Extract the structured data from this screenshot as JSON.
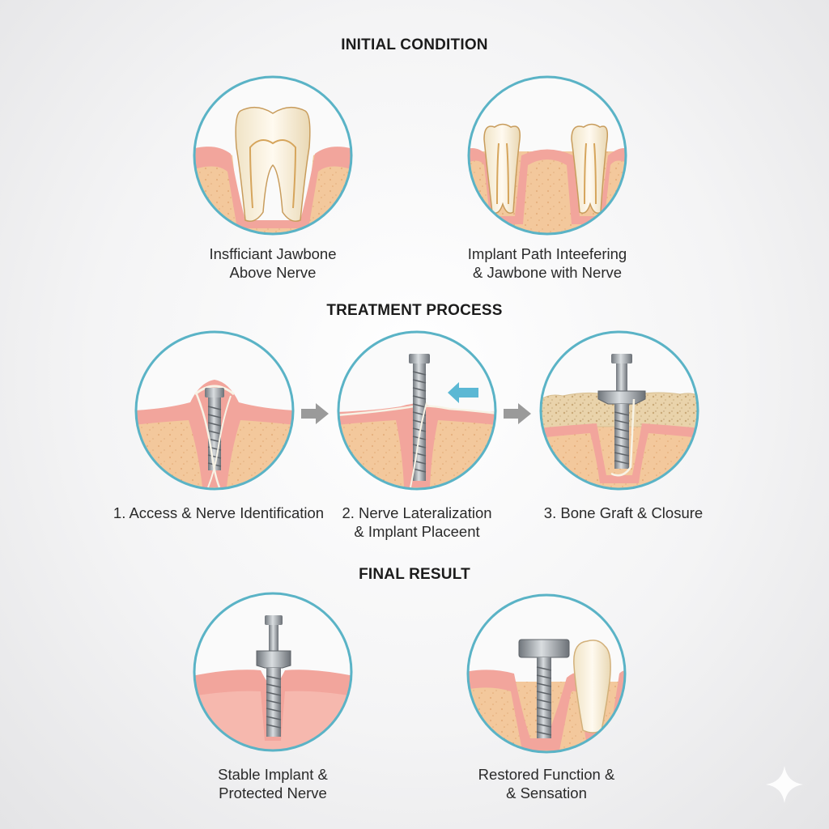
{
  "sections": {
    "initial": "INITIAL CONDITION",
    "treatment": "TREATMENT PROCESS",
    "final": "FINAL RESULT"
  },
  "panels": [
    {
      "id": "p1",
      "lines": [
        "Insfficiant Jawbone",
        "Above Nerve"
      ]
    },
    {
      "id": "p2",
      "lines": [
        "Implant Path Inteefering",
        "& Jawbone with Nerve"
      ]
    },
    {
      "id": "p3",
      "lines": [
        "1. Access & Nerve Identification"
      ]
    },
    {
      "id": "p4",
      "lines": [
        "2. Nerve Lateralization",
        "& Implant Placeent"
      ]
    },
    {
      "id": "p5",
      "lines": [
        "3. Bone Graft & Closure"
      ]
    },
    {
      "id": "p6",
      "lines": [
        "Stable Implant &",
        "Protected Nerve"
      ]
    },
    {
      "id": "p7",
      "lines": [
        "Restored Function &",
        "& Sensation"
      ]
    }
  ],
  "colors": {
    "ring": "#5ab3c6",
    "gum": "#f2a59c",
    "bone": "#f3c79a",
    "metal": "#9aa0a6",
    "nerve": "#f7f3e6",
    "arrow": "#9a9a9a",
    "accent_arrow": "#5bb8d4"
  }
}
